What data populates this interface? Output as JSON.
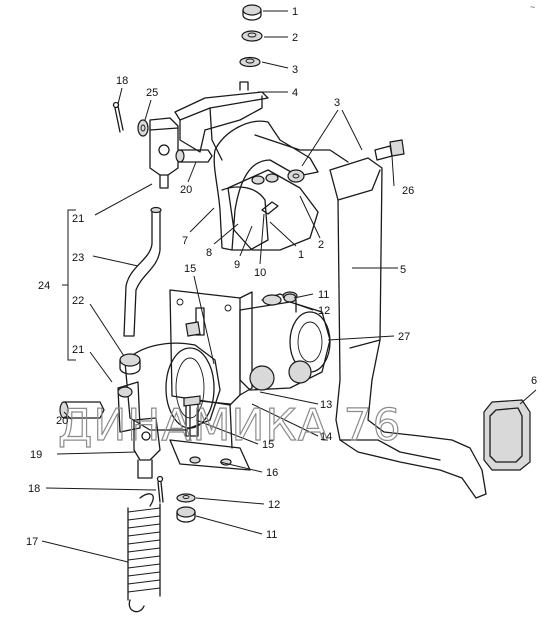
{
  "watermark": "ДИНАМИКА 76",
  "corner_mark": "~",
  "callouts": [
    {
      "id": "c1",
      "text": "1"
    },
    {
      "id": "c2",
      "text": "2"
    },
    {
      "id": "c3a",
      "text": "3"
    },
    {
      "id": "c4",
      "text": "4"
    },
    {
      "id": "c3b",
      "text": "3"
    },
    {
      "id": "c18a",
      "text": "18"
    },
    {
      "id": "c25",
      "text": "25"
    },
    {
      "id": "c26",
      "text": "26"
    },
    {
      "id": "c20a",
      "text": "20"
    },
    {
      "id": "c21a",
      "text": "21"
    },
    {
      "id": "c7",
      "text": "7"
    },
    {
      "id": "c8",
      "text": "8"
    },
    {
      "id": "c9a",
      "text": "9"
    },
    {
      "id": "c10",
      "text": "10"
    },
    {
      "id": "c1b",
      "text": "1"
    },
    {
      "id": "c2b",
      "text": "2"
    },
    {
      "id": "c23",
      "text": "23"
    },
    {
      "id": "c15a",
      "text": "15"
    },
    {
      "id": "c5",
      "text": "5"
    },
    {
      "id": "c24",
      "text": "24"
    },
    {
      "id": "c11a",
      "text": "11"
    },
    {
      "id": "c12a",
      "text": "12"
    },
    {
      "id": "c22",
      "text": "22"
    },
    {
      "id": "c27",
      "text": "27"
    },
    {
      "id": "c21b",
      "text": "21"
    },
    {
      "id": "c6",
      "text": "6"
    },
    {
      "id": "c13",
      "text": "13"
    },
    {
      "id": "c20b",
      "text": "20"
    },
    {
      "id": "c14",
      "text": "14"
    },
    {
      "id": "c15b",
      "text": "15"
    },
    {
      "id": "c19",
      "text": "19"
    },
    {
      "id": "c16",
      "text": "16"
    },
    {
      "id": "c18b",
      "text": "18"
    },
    {
      "id": "c12b",
      "text": "12"
    },
    {
      "id": "c11b",
      "text": "11"
    },
    {
      "id": "c17",
      "text": "17"
    }
  ]
}
